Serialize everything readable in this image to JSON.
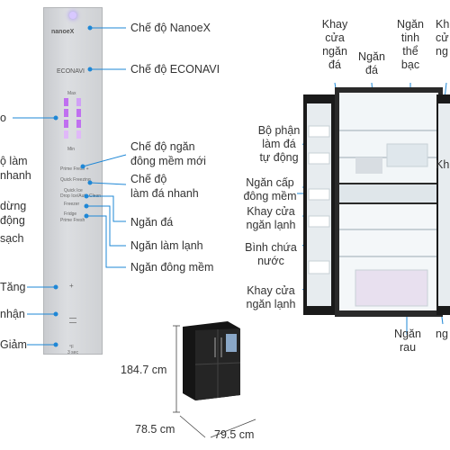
{
  "panel": {
    "brand": "nanoeX",
    "econavi": "ECONAVI",
    "max": "Max",
    "min": "Min",
    "prime_fresh": "Prime Fresh +",
    "quick_freezing": "Quick Freezing",
    "quick_ice": "Quick Ice",
    "drop_ice": "Drop Ice/Auto Clean",
    "freezer": "Freezer",
    "fridge": "Fridge",
    "prime_fresh2": "Prime Fresh",
    "temp_unit": "°F",
    "press": "3 sec",
    "plus": "+",
    "minus": "−"
  },
  "labels_left": {
    "nanoex": "Chế độ NanoeX",
    "econavi": "Chế độ ECONAVI",
    "soft_freeze_l1": "Chế độ ngăn",
    "soft_freeze_l2": "đông mềm mới",
    "fast_ice_l1": "Chế độ",
    "fast_ice_l2": "làm đá nhanh",
    "ice": "Ngăn đá",
    "cool": "Ngăn làm lạnh",
    "soft": "Ngăn đông mềm"
  },
  "labels_cut": {
    "c1": "o",
    "c2a": "ộ làm",
    "c2b": "nhanh",
    "c3a": "dừng",
    "c3b": "động",
    "c3c": "sạch",
    "c4": "Tăng",
    "c5": "nhận",
    "c6": "Giảm"
  },
  "labels_right": {
    "tray_ice_l1": "Khay",
    "tray_ice_l2": "cửa",
    "tray_ice_l3": "ngăn",
    "tray_ice_l4": "đá",
    "ice_l1": "Ngăn",
    "ice_l2": "đá",
    "silver_l1": "Ngăn",
    "silver_l2": "tinh",
    "silver_l3": "thể",
    "silver_l4": "bạc",
    "cut_k1": "Kh",
    "cut_k2": "cử",
    "cut_k3": "ng",
    "auto_ice_l1": "Bộ phận",
    "auto_ice_l2": "làm đá",
    "auto_ice_l3": "tự động",
    "soft_l1": "Ngăn cấp",
    "soft_l2": "đông mềm",
    "tray_cool_l1": "Khay cửa",
    "tray_cool_l2": "ngăn lạnh",
    "water_l1": "Bình chứa",
    "water_l2": "nước",
    "tray_cool2_l1": "Khay cửa",
    "tray_cool2_l2": "ngăn lạnh",
    "veg_l1": "Ngăn",
    "veg_l2": "rau",
    "cut_k4": "Kh",
    "cut_k5": "ng"
  },
  "dimensions": {
    "height": "184.7 cm",
    "depth": "78.5 cm",
    "width": "79.5 cm"
  },
  "colors": {
    "accent_line": "#1e87d6",
    "led": "#b05ad8"
  }
}
